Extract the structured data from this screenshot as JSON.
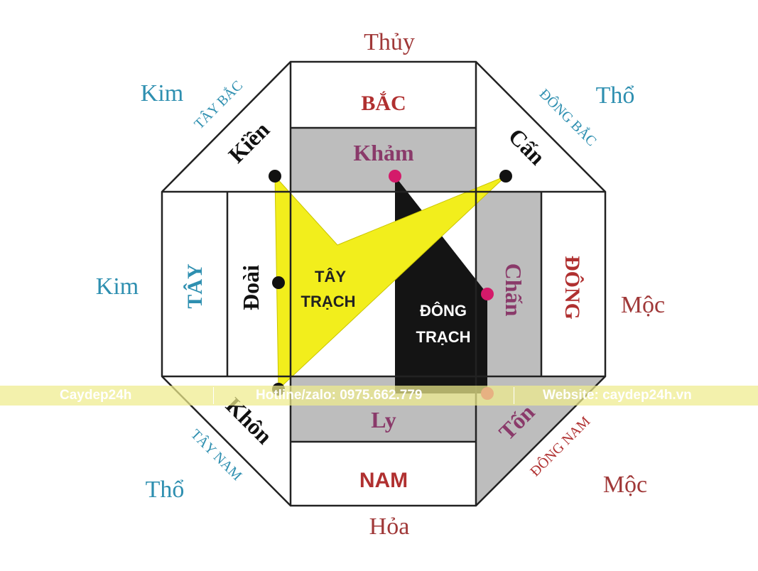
{
  "elements": {
    "top": "Thủy",
    "top_left": "Kim",
    "top_right": "Thổ",
    "left": "Kim",
    "right": "Mộc",
    "bottom_left": "Thổ",
    "bottom_right": "Mộc",
    "bottom": "Hỏa"
  },
  "directions": {
    "north": "BẮC",
    "south": "NAM",
    "west": "TÂY",
    "east": "ĐÔNG",
    "northwest": "TÂY BẮC",
    "northeast": "ĐÔNG BẮC",
    "southwest": "TÂY NAM",
    "southeast": "ĐÔNG NAM"
  },
  "trigrams": {
    "north": "Khảm",
    "south": "Ly",
    "west": "Đoài",
    "east": "Chấn",
    "northwest": "Kiền",
    "northeast": "Cấn",
    "southwest": "Khôn",
    "southeast": "Tốn"
  },
  "groups": {
    "west_group_line1": "TÂY",
    "west_group_line2": "TRẠCH",
    "east_group_line1": "ĐÔNG",
    "east_group_line2": "TRẠCH"
  },
  "colors": {
    "element_blue": "#2e8fb0",
    "element_red": "#a03838",
    "direction_red": "#b03030",
    "trigram_purple": "#8a3a6a",
    "trigram_black": "#111111",
    "gray_cell": "#bdbdbd",
    "yellow_shape": "#f2ee1c",
    "black_shape": "#141414",
    "magenta_dot": "#d41a6a"
  },
  "watermark": {
    "brand": "Caydep24h",
    "hotline": "Hotline/zalo: 0975.662.779",
    "website": "Website: caydep24h.vn"
  }
}
